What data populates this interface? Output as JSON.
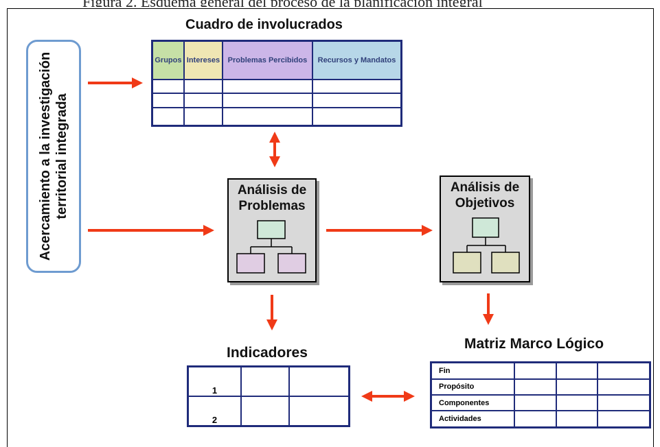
{
  "caption_fragment": "Figura 2. Esquema general del proceso de la planificación integral",
  "side_box": {
    "text": "Acercamiento a la investigación territorial integrada"
  },
  "stakeholders": {
    "title": "Cuadro de involucrados",
    "columns": [
      {
        "label": "Grupos",
        "color": "#c6e0a6"
      },
      {
        "label": "Intereses",
        "color": "#efe6b3"
      },
      {
        "label": "Problemas Percibidos",
        "color": "#ccb6e8"
      },
      {
        "label": "Recursos y Mandatos",
        "color": "#b7d7e8"
      }
    ]
  },
  "problems_node": {
    "label": "Análisis de Problemas",
    "top_color": "#cfe8d8",
    "child_color": "#e0cde3"
  },
  "objectives_node": {
    "label": "Análisis de Objetivos",
    "top_color": "#cfe8d8",
    "child_color": "#e0e0bf"
  },
  "indicators": {
    "title": "Indicadores",
    "rows": [
      "1",
      "2"
    ]
  },
  "logframe": {
    "title": "Matriz Marco Lógico",
    "rows": [
      "Fin",
      "Propósito",
      "Componentes",
      "Actividades"
    ]
  },
  "colors": {
    "arrow": "#f03a17",
    "table_border": "#1f2b7a",
    "side_border": "#6e9bd0"
  }
}
